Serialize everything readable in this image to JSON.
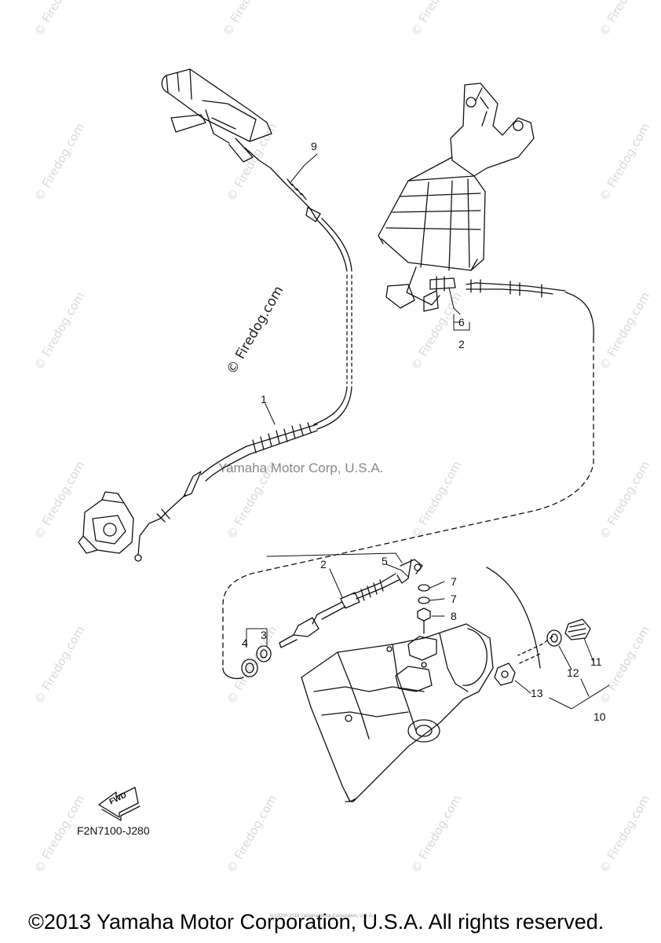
{
  "watermark": {
    "small": "© Firedog.com",
    "large": "© Firedog.com",
    "center": "Yamaha Motor Corp, U.S.A."
  },
  "callouts": [
    {
      "id": "1",
      "label": "1"
    },
    {
      "id": "2a",
      "label": "2"
    },
    {
      "id": "2b",
      "label": "2"
    },
    {
      "id": "3",
      "label": "3"
    },
    {
      "id": "4",
      "label": "4"
    },
    {
      "id": "5",
      "label": "5"
    },
    {
      "id": "6",
      "label": "6"
    },
    {
      "id": "7a",
      "label": "7"
    },
    {
      "id": "7b",
      "label": "7"
    },
    {
      "id": "8",
      "label": "8"
    },
    {
      "id": "9",
      "label": "9"
    },
    {
      "id": "10",
      "label": "10"
    },
    {
      "id": "11",
      "label": "11"
    },
    {
      "id": "12",
      "label": "12"
    },
    {
      "id": "13",
      "label": "13"
    }
  ],
  "fwd_label": "FWD",
  "diagram_code": "F2N7100-J280",
  "copyright": "©2013 Yamaha Motor Corporation, U.S.A. All rights reserved.",
  "fine_print": "(c) 2000-2016 Yamaha Motor Corporation, U.S.A."
}
